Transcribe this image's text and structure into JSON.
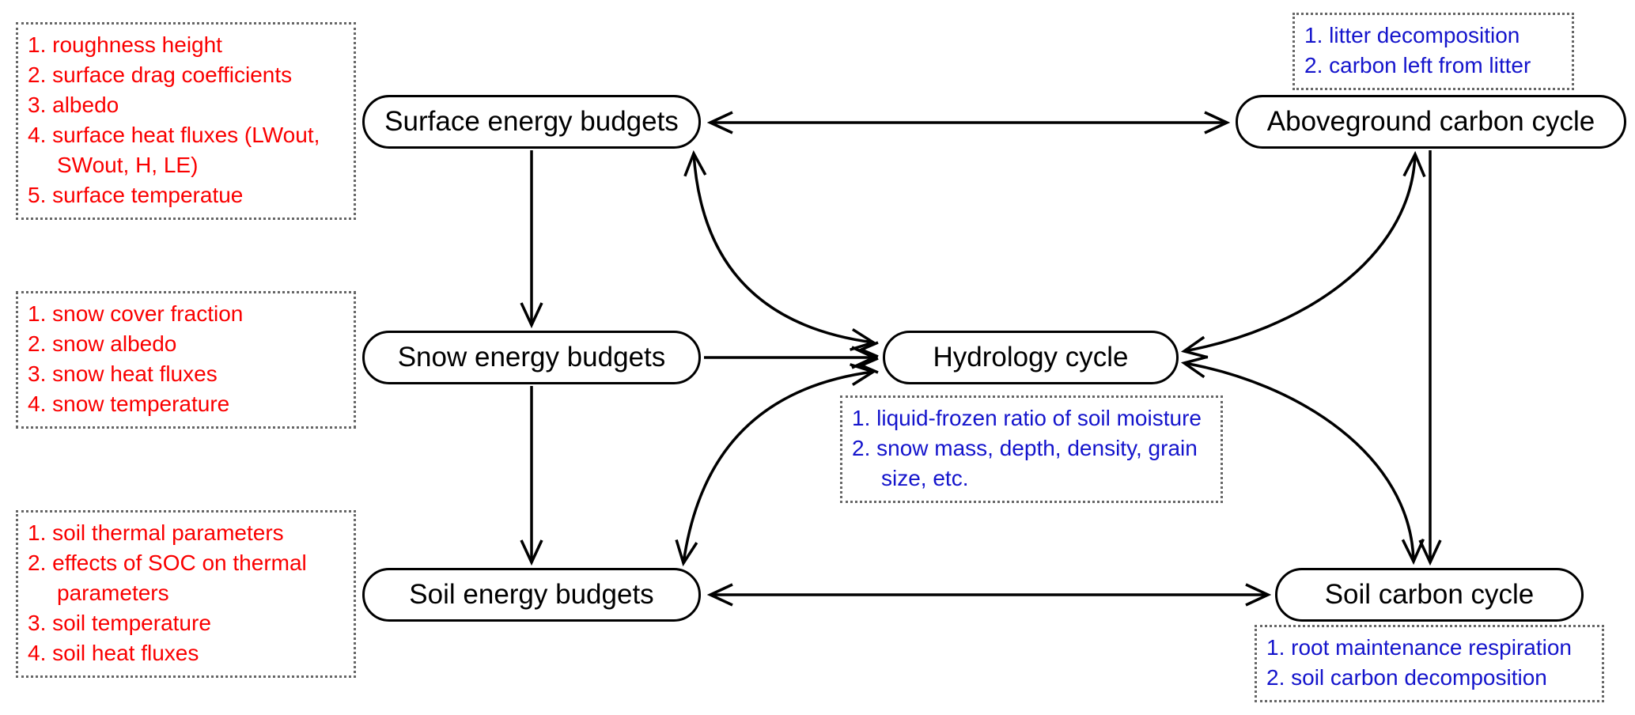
{
  "diagram": {
    "background_color": "#ffffff",
    "colors": {
      "node_border": "#000000",
      "arrow": "#000000",
      "annotation_box_border": "#666666",
      "parameter_text": "#fa0000",
      "state_text": "#1414cc"
    },
    "nodes": {
      "surface_energy": {
        "label": "Surface energy budgets"
      },
      "snow_energy": {
        "label": "Snow energy budgets"
      },
      "soil_energy": {
        "label": "Soil energy budgets"
      },
      "hydrology": {
        "label": "Hydrology cycle"
      },
      "aboveground_carbon": {
        "label": "Aboveground carbon cycle"
      },
      "soil_carbon": {
        "label": "Soil carbon cycle"
      }
    },
    "annotations": {
      "surface_params": {
        "color": "red",
        "items": [
          "1. roughness height",
          "2. surface drag coefficients",
          "3. albedo",
          "4. surface heat fluxes (LWout, SWout, H, LE)",
          "5. surface temperatue"
        ]
      },
      "snow_params": {
        "color": "red",
        "items": [
          "1. snow cover fraction",
          "2. snow albedo",
          "3. snow heat fluxes",
          "4. snow temperature"
        ]
      },
      "soil_params": {
        "color": "red",
        "items": [
          "1. soil thermal parameters",
          "2. effects of SOC on thermal parameters",
          "3. soil temperature",
          "4. soil heat fluxes"
        ]
      },
      "aboveground_outputs": {
        "color": "blue",
        "items": [
          "1. litter decomposition",
          "2. carbon left from litter"
        ]
      },
      "hydrology_outputs": {
        "color": "blue",
        "items": [
          "1. liquid-frozen ratio of soil moisture",
          "2. snow mass, depth, density, grain size, etc."
        ]
      },
      "soil_carbon_outputs": {
        "color": "blue",
        "items": [
          "1. root maintenance respiration",
          "2. soil carbon decomposition"
        ]
      }
    },
    "edges": [
      {
        "from": "Surface energy budgets",
        "to": "Aboveground carbon cycle",
        "bidirectional": true
      },
      {
        "from": "Surface energy budgets",
        "to": "Snow energy budgets",
        "bidirectional": false
      },
      {
        "from": "Snow energy budgets",
        "to": "Soil energy budgets",
        "bidirectional": false
      },
      {
        "from": "Snow energy budgets",
        "to": "Hydrology cycle",
        "bidirectional": false
      },
      {
        "from": "Surface energy budgets",
        "to": "Hydrology cycle",
        "bidirectional": true
      },
      {
        "from": "Soil energy budgets",
        "to": "Hydrology cycle",
        "bidirectional": true
      },
      {
        "from": "Soil energy budgets",
        "to": "Soil carbon cycle",
        "bidirectional": true
      },
      {
        "from": "Hydrology cycle",
        "to": "Aboveground carbon cycle",
        "bidirectional": true
      },
      {
        "from": "Hydrology cycle",
        "to": "Soil carbon cycle",
        "bidirectional": true
      },
      {
        "from": "Aboveground carbon cycle",
        "to": "Soil carbon cycle",
        "bidirectional": false
      }
    ]
  }
}
